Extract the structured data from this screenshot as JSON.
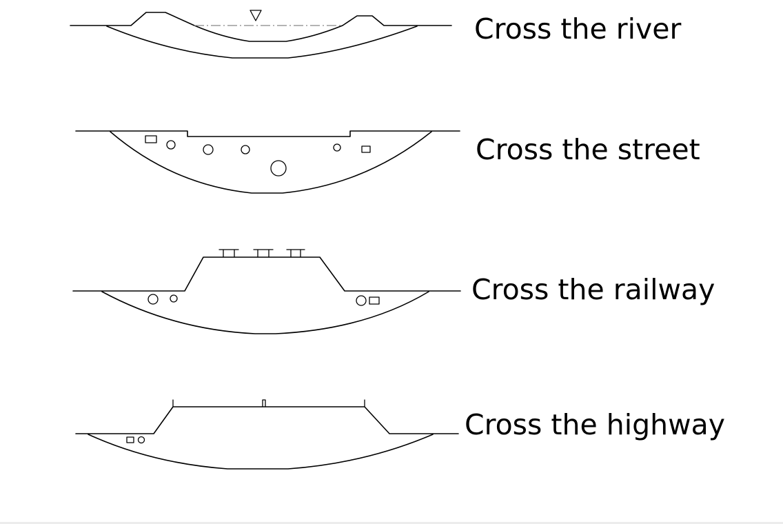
{
  "labels": {
    "river": "Cross the river",
    "street": "Cross the street",
    "railway": "Cross the railway",
    "highway": "Cross the highway"
  }
}
